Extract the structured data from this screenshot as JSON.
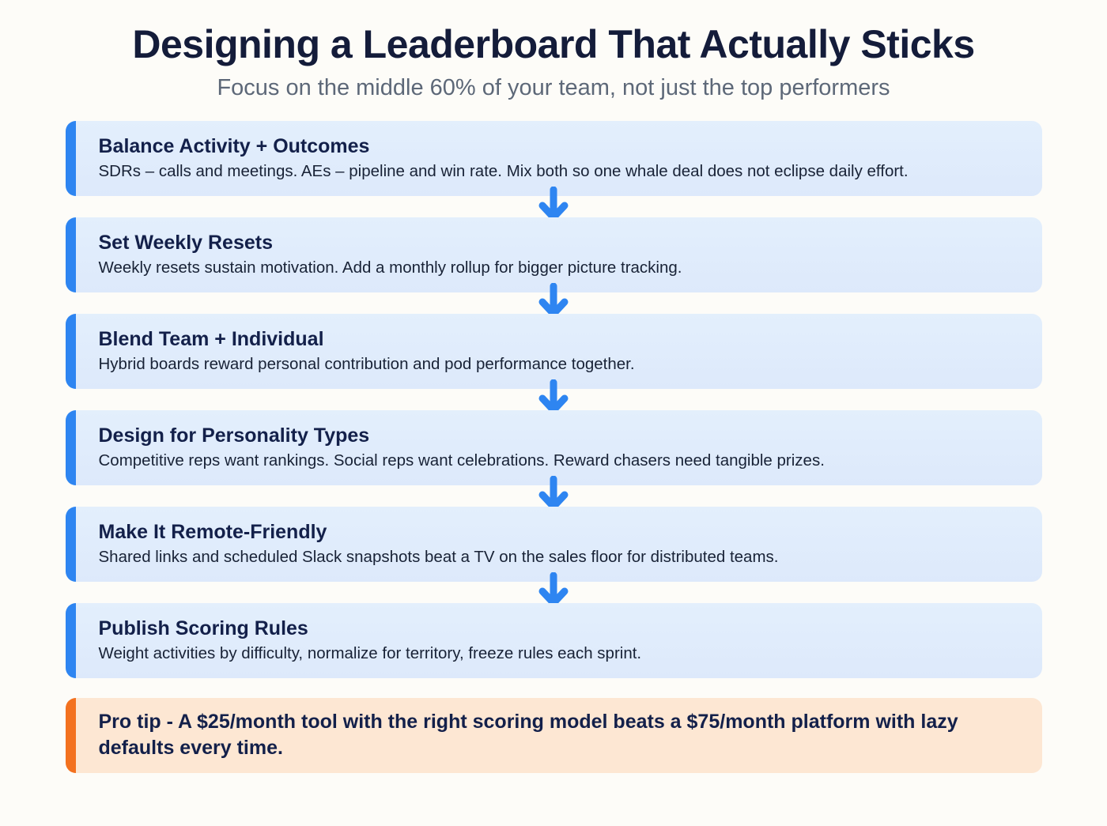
{
  "header": {
    "title": "Designing a Leaderboard That Actually Sticks",
    "subtitle": "Focus on the middle 60% of your team, not just the top performers"
  },
  "colors": {
    "page_background": "#fdfcf8",
    "title": "#141c3a",
    "subtitle": "#5d6878",
    "card_background": "#e1edfc",
    "card_accent": "#2e85f1",
    "arrow": "#2e85f1",
    "protip_background": "#fde7d3",
    "protip_accent": "#f3711f"
  },
  "icons": {
    "connector": "arrow-down-icon"
  },
  "steps": [
    {
      "title": "Balance Activity + Outcomes",
      "desc": "SDRs – calls and meetings. AEs – pipeline and win rate. Mix both so one whale deal does not eclipse daily effort."
    },
    {
      "title": "Set Weekly Resets",
      "desc": "Weekly resets sustain motivation. Add a monthly rollup for bigger picture tracking."
    },
    {
      "title": "Blend Team + Individual",
      "desc": "Hybrid boards reward personal contribution and pod performance together."
    },
    {
      "title": "Design for Personality Types",
      "desc": "Competitive reps want rankings. Social reps want celebrations. Reward chasers need tangible prizes."
    },
    {
      "title": "Make It Remote-Friendly",
      "desc": "Shared links and scheduled Slack snapshots beat a TV on the sales floor for distributed teams."
    },
    {
      "title": "Publish Scoring Rules",
      "desc": "Weight activities by difficulty, normalize for territory, freeze rules each sprint."
    }
  ],
  "protip": {
    "text": "Pro tip - A $25/month tool with the right scoring model beats a $75/month platform with lazy defaults every time."
  }
}
